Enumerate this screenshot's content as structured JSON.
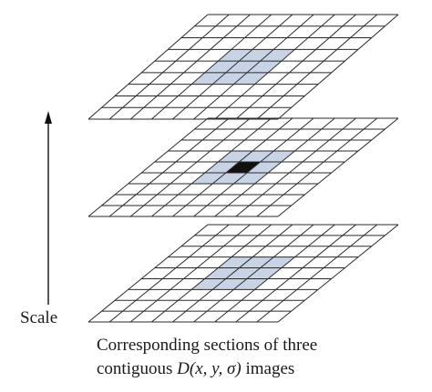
{
  "diagram": {
    "axis_label": "Scale",
    "caption": {
      "line1": "Corresponding sections of three",
      "line2_prefix": "contiguous ",
      "line2_math": "D(x, y, σ)",
      "line2_suffix": " images"
    },
    "grid": {
      "columns": 9,
      "rows": 9
    },
    "layers": [
      {
        "name": "top-layer",
        "center_cell_highlighted": false
      },
      {
        "name": "middle-layer",
        "center_cell_highlighted": true
      },
      {
        "name": "bottom-layer",
        "center_cell_highlighted": false
      }
    ],
    "colors": {
      "grid_line": "#2a2a2a",
      "neighborhood_fill": "#c8d3e6",
      "center_fill": "#111111",
      "arrow": "#111111"
    }
  }
}
